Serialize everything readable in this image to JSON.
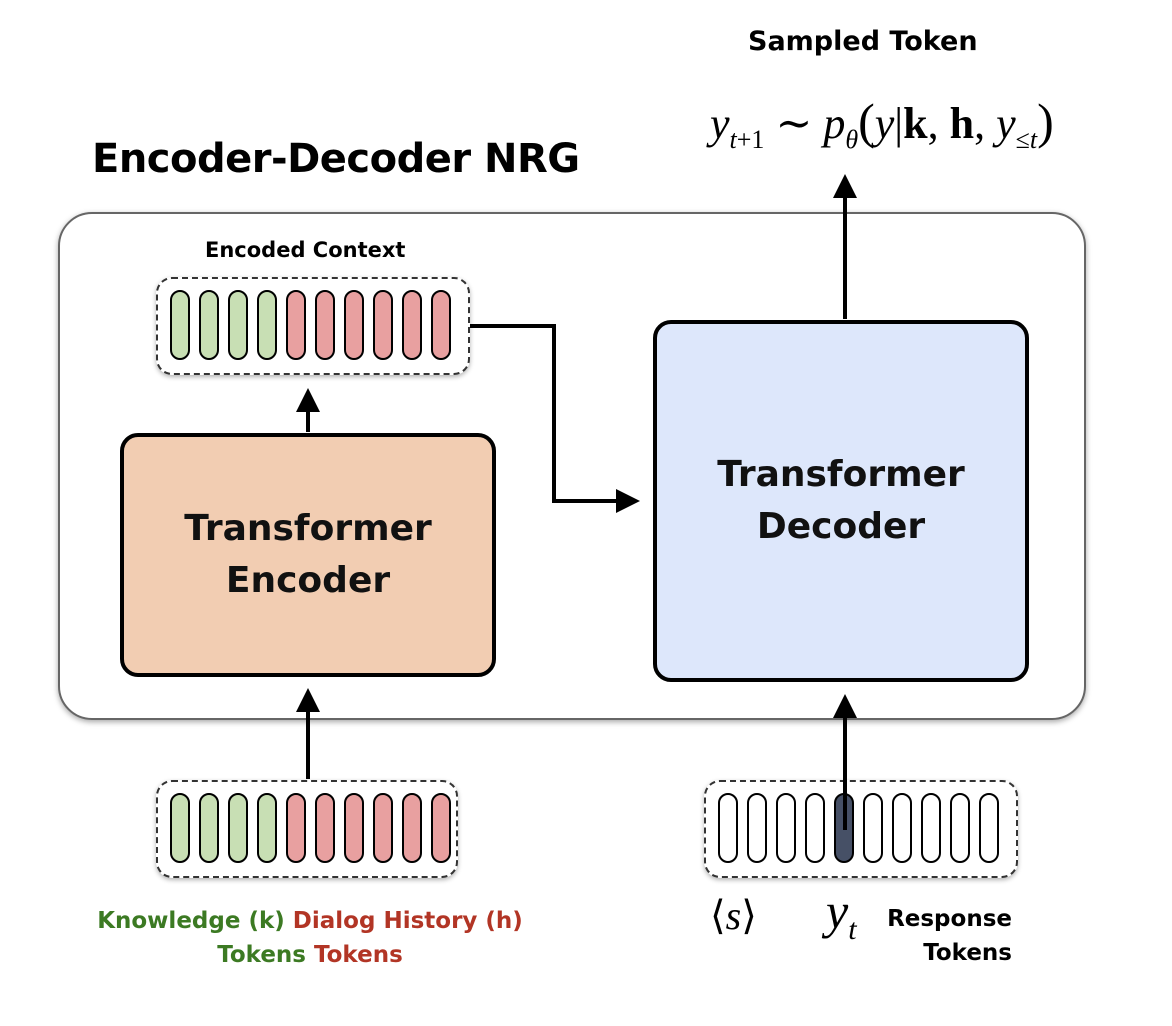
{
  "title": "Encoder-Decoder NRG",
  "output": {
    "heading": "Sampled Token",
    "formula": "y_{t+1} ~ p_θ(y | k, h, y_{≤t})"
  },
  "encoded_context": {
    "label": "Encoded Context",
    "green_count": 4,
    "red_count": 6
  },
  "encoder": {
    "label": "Transformer Encoder"
  },
  "decoder": {
    "label": "Transformer Decoder"
  },
  "input_tokens": {
    "green_count": 4,
    "red_count": 6,
    "knowledge_label_line1": "Knowledge (k)",
    "knowledge_label_line2": "Tokens",
    "history_label_line1": "Dialog History (h)",
    "history_label_line2": "Tokens"
  },
  "response_tokens": {
    "count": 10,
    "highlighted_index": 4,
    "start_symbol": "⟨s⟩",
    "current_symbol": "y_t",
    "label_line1": "Response",
    "label_line2": "Tokens"
  },
  "colors": {
    "knowledge": "#c8dfb4",
    "history": "#e8a0a0",
    "encoder_fill": "#f2cdb2",
    "decoder_fill": "#dde7fb",
    "current_token": "#465066",
    "knowledge_text": "#3c7a23",
    "history_text": "#b23525"
  }
}
